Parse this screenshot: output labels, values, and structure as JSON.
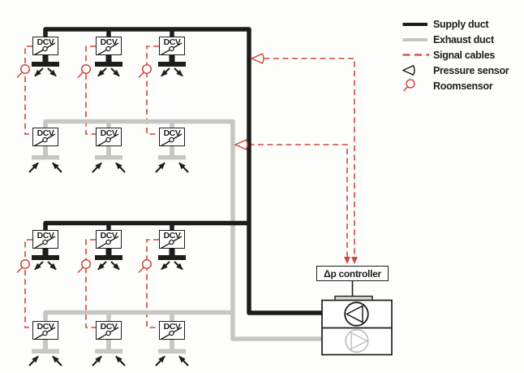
{
  "legend": {
    "items": [
      {
        "label": "Supply duct",
        "icon": "supply-duct-line",
        "color": "#1d1d1b"
      },
      {
        "label": "Exhaust duct",
        "icon": "exhaust-duct-line",
        "color": "#c7c6c3"
      },
      {
        "label": "Signal cables",
        "icon": "signal-cables-dashes",
        "color": "#cb4a3f"
      },
      {
        "label": "Pressure sensor",
        "icon": "pressure-sensor-icon",
        "color": "#1d1d1b"
      },
      {
        "label": "Roomsensor",
        "icon": "roomsensor-icon",
        "color": "#cb4a3f"
      }
    ]
  },
  "units": {
    "dcv_label": "DCV"
  },
  "controller": {
    "label": "Δp controller"
  },
  "colors": {
    "supply_duct": "#1d1d1b",
    "exhaust_duct": "#c7c6c3",
    "signal_cable": "#cb4a3f",
    "background": "#fdfdfb"
  },
  "diagram": {
    "type": "demand-controlled-ventilation-schematic",
    "branches": [
      {
        "row": 1,
        "duct": "supply",
        "dcv_units": 3,
        "air_terminals": "supply diffusers with outward arrows"
      },
      {
        "row": 2,
        "duct": "exhaust",
        "dcv_units": 3,
        "air_terminals": "extract grilles with inward arrows"
      },
      {
        "row": 3,
        "duct": "supply",
        "dcv_units": 3,
        "air_terminals": "supply diffusers with outward arrows"
      },
      {
        "row": 4,
        "duct": "exhaust",
        "dcv_units": 3,
        "air_terminals": "extract grilles with inward arrows"
      }
    ],
    "room_sensors": 6,
    "pressure_sensors": [
      {
        "mounted_on": "supply duct riser"
      },
      {
        "mounted_on": "exhaust duct riser"
      }
    ],
    "air_handling_unit": {
      "fans": 2,
      "supply_fan": "black, triangle pointing left",
      "exhaust_fan": "gray, triangle pointing right"
    }
  }
}
